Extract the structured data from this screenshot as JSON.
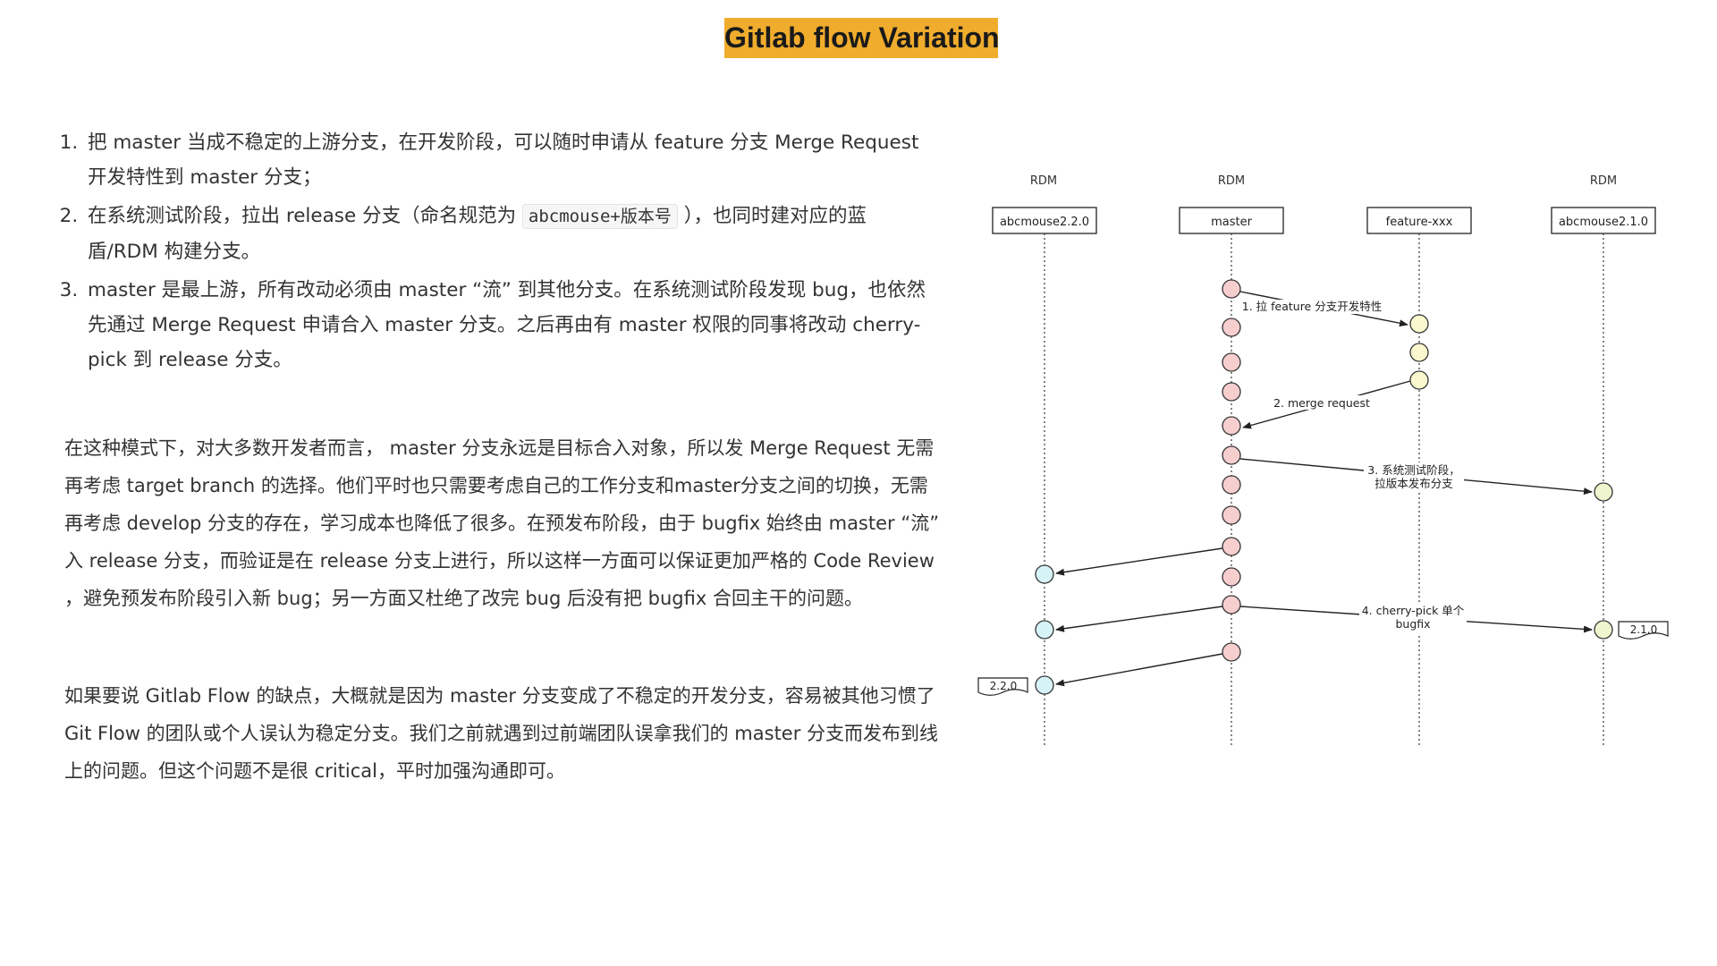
{
  "title": "Gitlab flow Variation",
  "steps": [
    "把 master 当成不稳定的上游分支，在开发阶段，可以随时申请从 feature 分支 Merge Request 开发特性到 master 分支；",
    {
      "before": "在系统测试阶段，拉出 release 分支（命名规范为",
      "code": "abcmouse+版本号",
      "after": "），也同时建对应的蓝盾/RDM 构建分支。"
    },
    "master 是最上游，所有改动必须由 master “流” 到其他分支。在系统测试阶段发现 bug，也依然先通过 Merge Request 申请合入 master 分支。之后再由有 master 权限的同事将改动 cherry-pick 到 release 分支。"
  ],
  "paragraphs": [
    "在这种模式下，对大多数开发者而言， master 分支永远是目标合入对象，所以发 Merge Request 无需再考虑 target branch 的选择。他们平时也只需要考虑自己的工作分支和master分支之间的切换，无需再考虑 develop 分支的存在，学习成本也降低了很多。在预发布阶段，由于 bugfix 始终由 master “流” 入 release 分支，而验证是在 release 分支上进行，所以这样一方面可以保证更加严格的 Code Review ，避免预发布阶段引入新 bug；另一方面又杜绝了改完 bug 后没有把 bugfix 合回主干的问题。",
    "如果要说 Gitlab Flow 的缺点，大概就是因为 master 分支变成了不稳定的开发分支，容易被其他习惯了 Git Flow 的团队或个人误认为稳定分支。我们之前就遇到过前端团队误拿我们的 master 分支而发布到线上的问题。但这个问题不是很 critical，平时加强沟通即可。"
  ],
  "diagram": {
    "lanes": [
      {
        "key": "rel220",
        "header": "RDM",
        "label": "abcmouse2.2.0",
        "color": "#d6f3f7"
      },
      {
        "key": "master",
        "header": "RDM",
        "label": "master",
        "color": "#f6cece"
      },
      {
        "key": "feature",
        "header": "",
        "label": "feature-xxx",
        "color": "#fbf8cf"
      },
      {
        "key": "rel210",
        "header": "RDM",
        "label": "abcmouse2.1.0",
        "color": "#eef5cf"
      }
    ],
    "arrow_labels": {
      "feature": "1. 拉 feature 分支开发特性",
      "merge": "2. merge request",
      "systest_1": "3. 系统测试阶段，",
      "systest_2": "拉版本发布分支",
      "cherry_1": "4. cherry-pick 单个",
      "cherry_2": "bugfix"
    },
    "tags": {
      "rel210": "2.1.0",
      "rel220": "2.2.0"
    }
  }
}
